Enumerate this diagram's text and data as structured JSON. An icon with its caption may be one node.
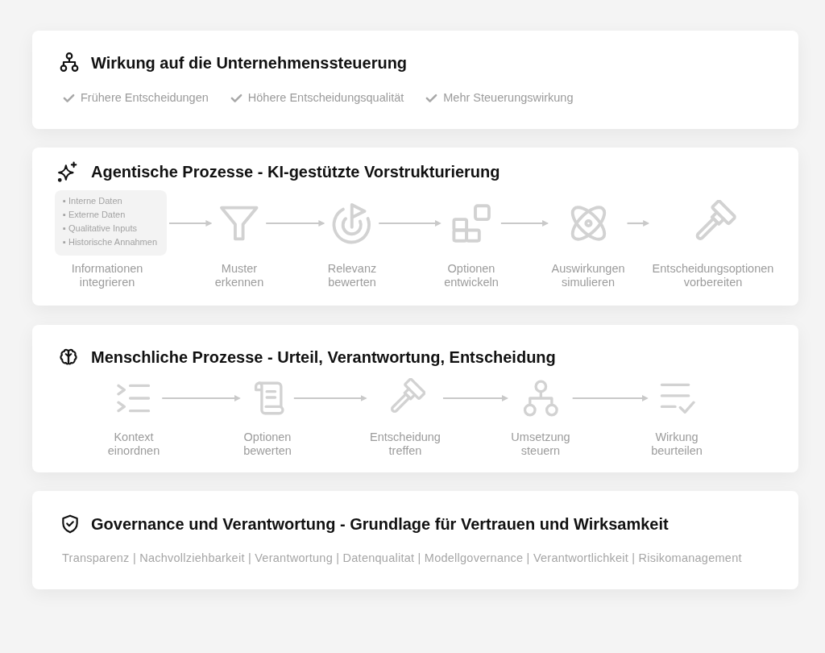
{
  "diagram": {
    "nodes": [
      {
        "text": [
          "Wirkung auf die Unternehmenssteuerung",
          "Frühere Entscheidungen",
          "Höhere Entscheidungsqualität",
          "Mehr Steuerungswirkung"
        ]
      },
      {
        "text": [
          "Agentische Prozesse - KI-gestützte Vorstrukturierung"
        ]
      },
      {
        "text": [
          "▪ Interne Daten",
          "▪ Externe Daten",
          "▪ Qualitative Inputs",
          "▪ Historische Annahmen"
        ],
        "beside": [
          "Informationen integrieren"
        ],
        "in": 1
      },
      {
        "text": [
          "Muster erkennen"
        ],
        "in": 1
      },
      {
        "text": [
          "Relevanz bewerten"
        ],
        "in": 1
      },
      {
        "text": [
          "Optionen entwickeln"
        ],
        "in": 1
      },
      {
        "text": [
          "Auswirkungen simulieren"
        ],
        "in": 1
      },
      {
        "text": [
          "Entscheidungsoptionen vorbereiten"
        ],
        "in": 1
      },
      {
        "text": [
          "Menschliche Prozesse - Urteil, Verantwortung, Entscheidung"
        ]
      },
      {
        "text": [
          "Kontext einordnen"
        ],
        "in": 8
      },
      {
        "text": [
          "Optionen bewerten"
        ],
        "in": 8
      },
      {
        "text": [
          "Entscheidung treffen"
        ],
        "in": 8
      },
      {
        "text": [
          "Umsetzung steuern"
        ],
        "in": 8
      },
      {
        "text": [
          "Wirkung beurteilen"
        ],
        "in": 8
      },
      {
        "text": [
          "Governance und Verantwortung - Grundlage für Vertrauen und Wirksamkeit",
          "Transparenz | Nachvollziehbarkeit | Verantwortung | Datenqualitat | Modellgovernance | Verantwortlichkeit | Risikomanagement"
        ]
      }
    ],
    "edges": [
      {
        "from": 2,
        "to": 3,
        "arrow": "to"
      },
      {
        "from": 3,
        "to": 4,
        "arrow": "to"
      },
      {
        "from": 4,
        "to": 5,
        "arrow": "to"
      },
      {
        "from": 5,
        "to": 6,
        "arrow": "to"
      },
      {
        "from": 6,
        "to": 7,
        "arrow": "to"
      },
      {
        "from": 9,
        "to": 10,
        "arrow": "to"
      },
      {
        "from": 10,
        "to": 11,
        "arrow": "to"
      },
      {
        "from": 11,
        "to": 12,
        "arrow": "to"
      },
      {
        "from": 12,
        "to": 13,
        "arrow": "to"
      }
    ]
  }
}
